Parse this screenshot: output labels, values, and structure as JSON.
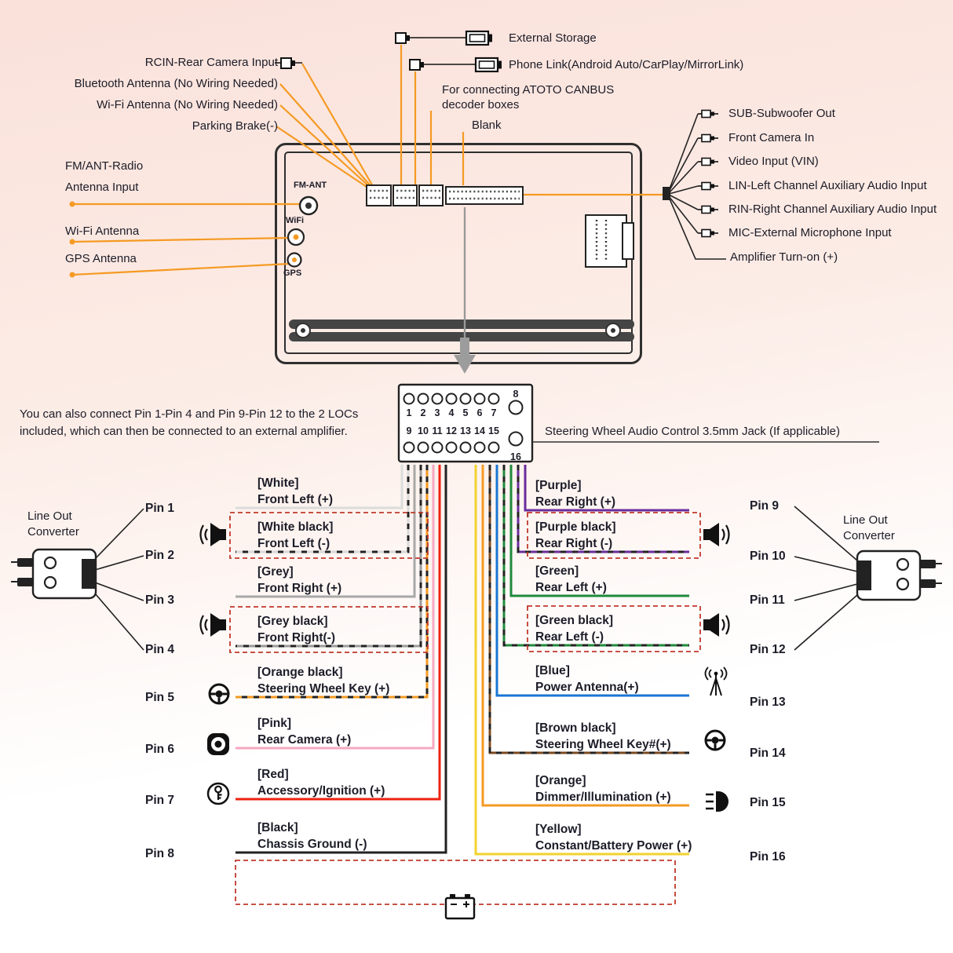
{
  "colors": {
    "wire_orange": "#F59A23",
    "dashed_box": "#C0392B",
    "text": "#1C1C28"
  },
  "top": {
    "external_storage": "External Storage",
    "phone_link": "Phone Link(Android Auto/CarPlay/MirrorLink)",
    "rcin": "RCIN-Rear Camera Input",
    "bluetooth": "Bluetooth Antenna (No Wiring Needed)",
    "wifi": "Wi-Fi Antenna (No Wiring Needed)",
    "parking_brake": "Parking Brake(-)",
    "canbus_line1": "For connecting ATOTO CANBUS",
    "canbus_line2": "decoder boxes",
    "blank": "Blank"
  },
  "left": {
    "fm_line1": "FM/ANT-Radio",
    "fm_line2": "Antenna Input",
    "wifi": "Wi-Fi Antenna",
    "gps": "GPS Antenna"
  },
  "unit": {
    "fm_ant": "FM-ANT",
    "wifi": "WiFi",
    "gps": "GPS"
  },
  "right_outputs": [
    "SUB-Subwoofer Out",
    "Front Camera In",
    "Video Input (VIN)",
    "LIN-Left Channel Auxiliary Audio Input",
    "RIN-Right Channel Auxiliary Audio Input",
    "MIC-External Microphone Input",
    "Amplifier Turn-on (+)"
  ],
  "connector": {
    "numbers_row1": [
      "1",
      "2",
      "3",
      "4",
      "5",
      "6",
      "7"
    ],
    "number_8": "8",
    "numbers_row2": [
      "9",
      "10",
      "11",
      "12",
      "13",
      "14",
      "15"
    ],
    "number_16": "16"
  },
  "notes": {
    "loc_line1": "You can also connect Pin 1-Pin 4 and Pin 9-Pin 12 to the 2 LOCs",
    "loc_line2": "included, which can then be connected to an external amplifier.",
    "swc": "Steering Wheel Audio Control 3.5mm Jack (If applicable)"
  },
  "loc_left": {
    "line1": "Line Out",
    "line2": "Converter"
  },
  "loc_right": {
    "line1": "Line Out",
    "line2": "Converter"
  },
  "pins_left": [
    {
      "pin": "Pin 1",
      "color": "[White]",
      "label": "Front Left (+)",
      "hex": "#DCDCDC",
      "striped": false
    },
    {
      "pin": "Pin 2",
      "color": "[White black]",
      "label": "Front Left (-)",
      "hex": "#D9D9D9",
      "striped": true
    },
    {
      "pin": "Pin 3",
      "color": "[Grey]",
      "label": "Front Right (+)",
      "hex": "#A8A8A8",
      "striped": false
    },
    {
      "pin": "Pin 4",
      "color": "[Grey black]",
      "label": "Front Right(-)",
      "hex": "#9B9B9B",
      "striped": true
    },
    {
      "pin": "Pin 5",
      "color": "[Orange black]",
      "label": "Steering Wheel Key (+)",
      "hex": "#F59A23",
      "striped": true
    },
    {
      "pin": "Pin 6",
      "color": "[Pink]",
      "label": "Rear Camera (+)",
      "hex": "#F7A8C0",
      "striped": false
    },
    {
      "pin": "Pin 7",
      "color": "[Red]",
      "label": "Accessory/Ignition (+)",
      "hex": "#EE2211",
      "striped": false
    },
    {
      "pin": "Pin 8",
      "color": "[Black]",
      "label": "Chassis Ground (-)",
      "hex": "#222222",
      "striped": false
    }
  ],
  "pins_right": [
    {
      "pin": "Pin 9",
      "color": "[Purple]",
      "label": "Rear Right (+)",
      "hex": "#6A2D9C",
      "striped": false
    },
    {
      "pin": "Pin 10",
      "color": "[Purple black]",
      "label": "Rear Right (-)",
      "hex": "#6A2D9C",
      "striped": true
    },
    {
      "pin": "Pin 11",
      "color": "[Green]",
      "label": "Rear Left (+)",
      "hex": "#1F8A3C",
      "striped": false
    },
    {
      "pin": "Pin 12",
      "color": "[Green black]",
      "label": "Rear Left (-)",
      "hex": "#1F8A3C",
      "striped": true
    },
    {
      "pin": "Pin 13",
      "color": "[Blue]",
      "label": "Power Antenna(+)",
      "hex": "#1976D2",
      "striped": false
    },
    {
      "pin": "Pin 14",
      "color": "[Brown black]",
      "label": "Steering Wheel Key#(+)",
      "hex": "#7B4A21",
      "striped": true
    },
    {
      "pin": "Pin 15",
      "color": "[Orange]",
      "label": "Dimmer/Illumination (+)",
      "hex": "#F59A23",
      "striped": false
    },
    {
      "pin": "Pin 16",
      "color": "[Yellow]",
      "label": "Constant/Battery Power (+)",
      "hex": "#F2D22E",
      "striped": false
    }
  ]
}
